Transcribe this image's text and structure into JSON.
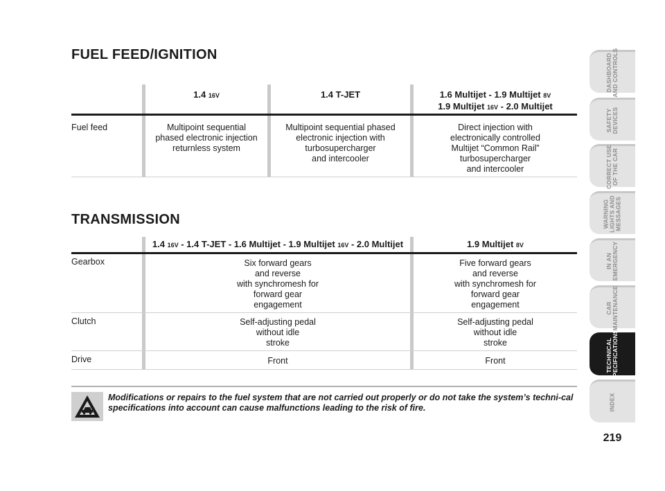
{
  "fuel": {
    "title": "FUEL FEED/IGNITION",
    "col1": {
      "main": "1.4 ",
      "small": "16V",
      "rest": ""
    },
    "col2": "1.4 T-JET",
    "col3_line1": {
      "a": "1.6 Multijet - 1.9 Multijet ",
      "small": "8V"
    },
    "col3_line2": {
      "a": "1.9 Multijet ",
      "small": "16V",
      "b": " - 2.0 Multijet"
    },
    "row_label": "Fuel feed",
    "cells": [
      [
        "Multipoint sequential",
        "phased electronic injection",
        "returnless system"
      ],
      [
        "Multipoint sequential phased",
        "electronic injection with",
        "turbosupercharger",
        "and intercooler"
      ],
      [
        "Direct injection with",
        "electronically controlled",
        "Multijet “Common Rail”",
        "turbosupercharger",
        "and intercooler"
      ]
    ]
  },
  "transmission": {
    "title": "TRANSMISSION",
    "hdr1": {
      "a": "1.4 ",
      "s1": "16V",
      "b": " - 1.4 T-JET - 1.6 Multijet - 1.9 Multijet ",
      "s2": "16V",
      "c": " - 2.0 Multijet"
    },
    "hdr2": {
      "a": "1.9 Multijet ",
      "s": "8V"
    },
    "rows": [
      {
        "label": "Gearbox",
        "c1": [
          "Six forward gears",
          "and reverse",
          "with synchromesh for",
          "forward gear",
          "engagement"
        ],
        "c2": [
          "Five forward gears",
          "and reverse",
          "with synchromesh for",
          "forward gear",
          "engagement"
        ]
      },
      {
        "label": "Clutch",
        "c1": [
          "Self-adjusting pedal",
          "without idle",
          "stroke"
        ],
        "c2": [
          "Self-adjusting pedal",
          "without idle",
          "stroke"
        ]
      },
      {
        "label": "Drive",
        "c1": [
          "Front"
        ],
        "c2": [
          "Front"
        ]
      }
    ]
  },
  "warning": {
    "icon": "warning-triangle-icon",
    "text": "Modifications or repairs to the fuel system that are not carried out properly or do not take the system’s techni-cal specifications into account can cause malfunctions leading to the risk of fire."
  },
  "side_tabs": [
    {
      "label": "DASHBOARD\nAND CONTROLS",
      "active": false
    },
    {
      "label": "SAFETY\nDEVICES",
      "active": false
    },
    {
      "label": "CORRECT USE\nOF THE CAR",
      "active": false
    },
    {
      "label": "WARNING\nLIGHTS AND\nMESSAGES",
      "active": false
    },
    {
      "label": "IN AN\nEMERGENCY",
      "active": false
    },
    {
      "label": "CAR\nMAINTENANCE",
      "active": false
    },
    {
      "label": "TECHNICAL\nSPECIFICATIONS",
      "active": true
    },
    {
      "label": "INDEX",
      "active": false
    }
  ],
  "page_number": "219",
  "colors": {
    "active_tab": "#1a1a1a",
    "inactive_tab": "#e3e3e3",
    "rule": "#c9c9c9"
  }
}
